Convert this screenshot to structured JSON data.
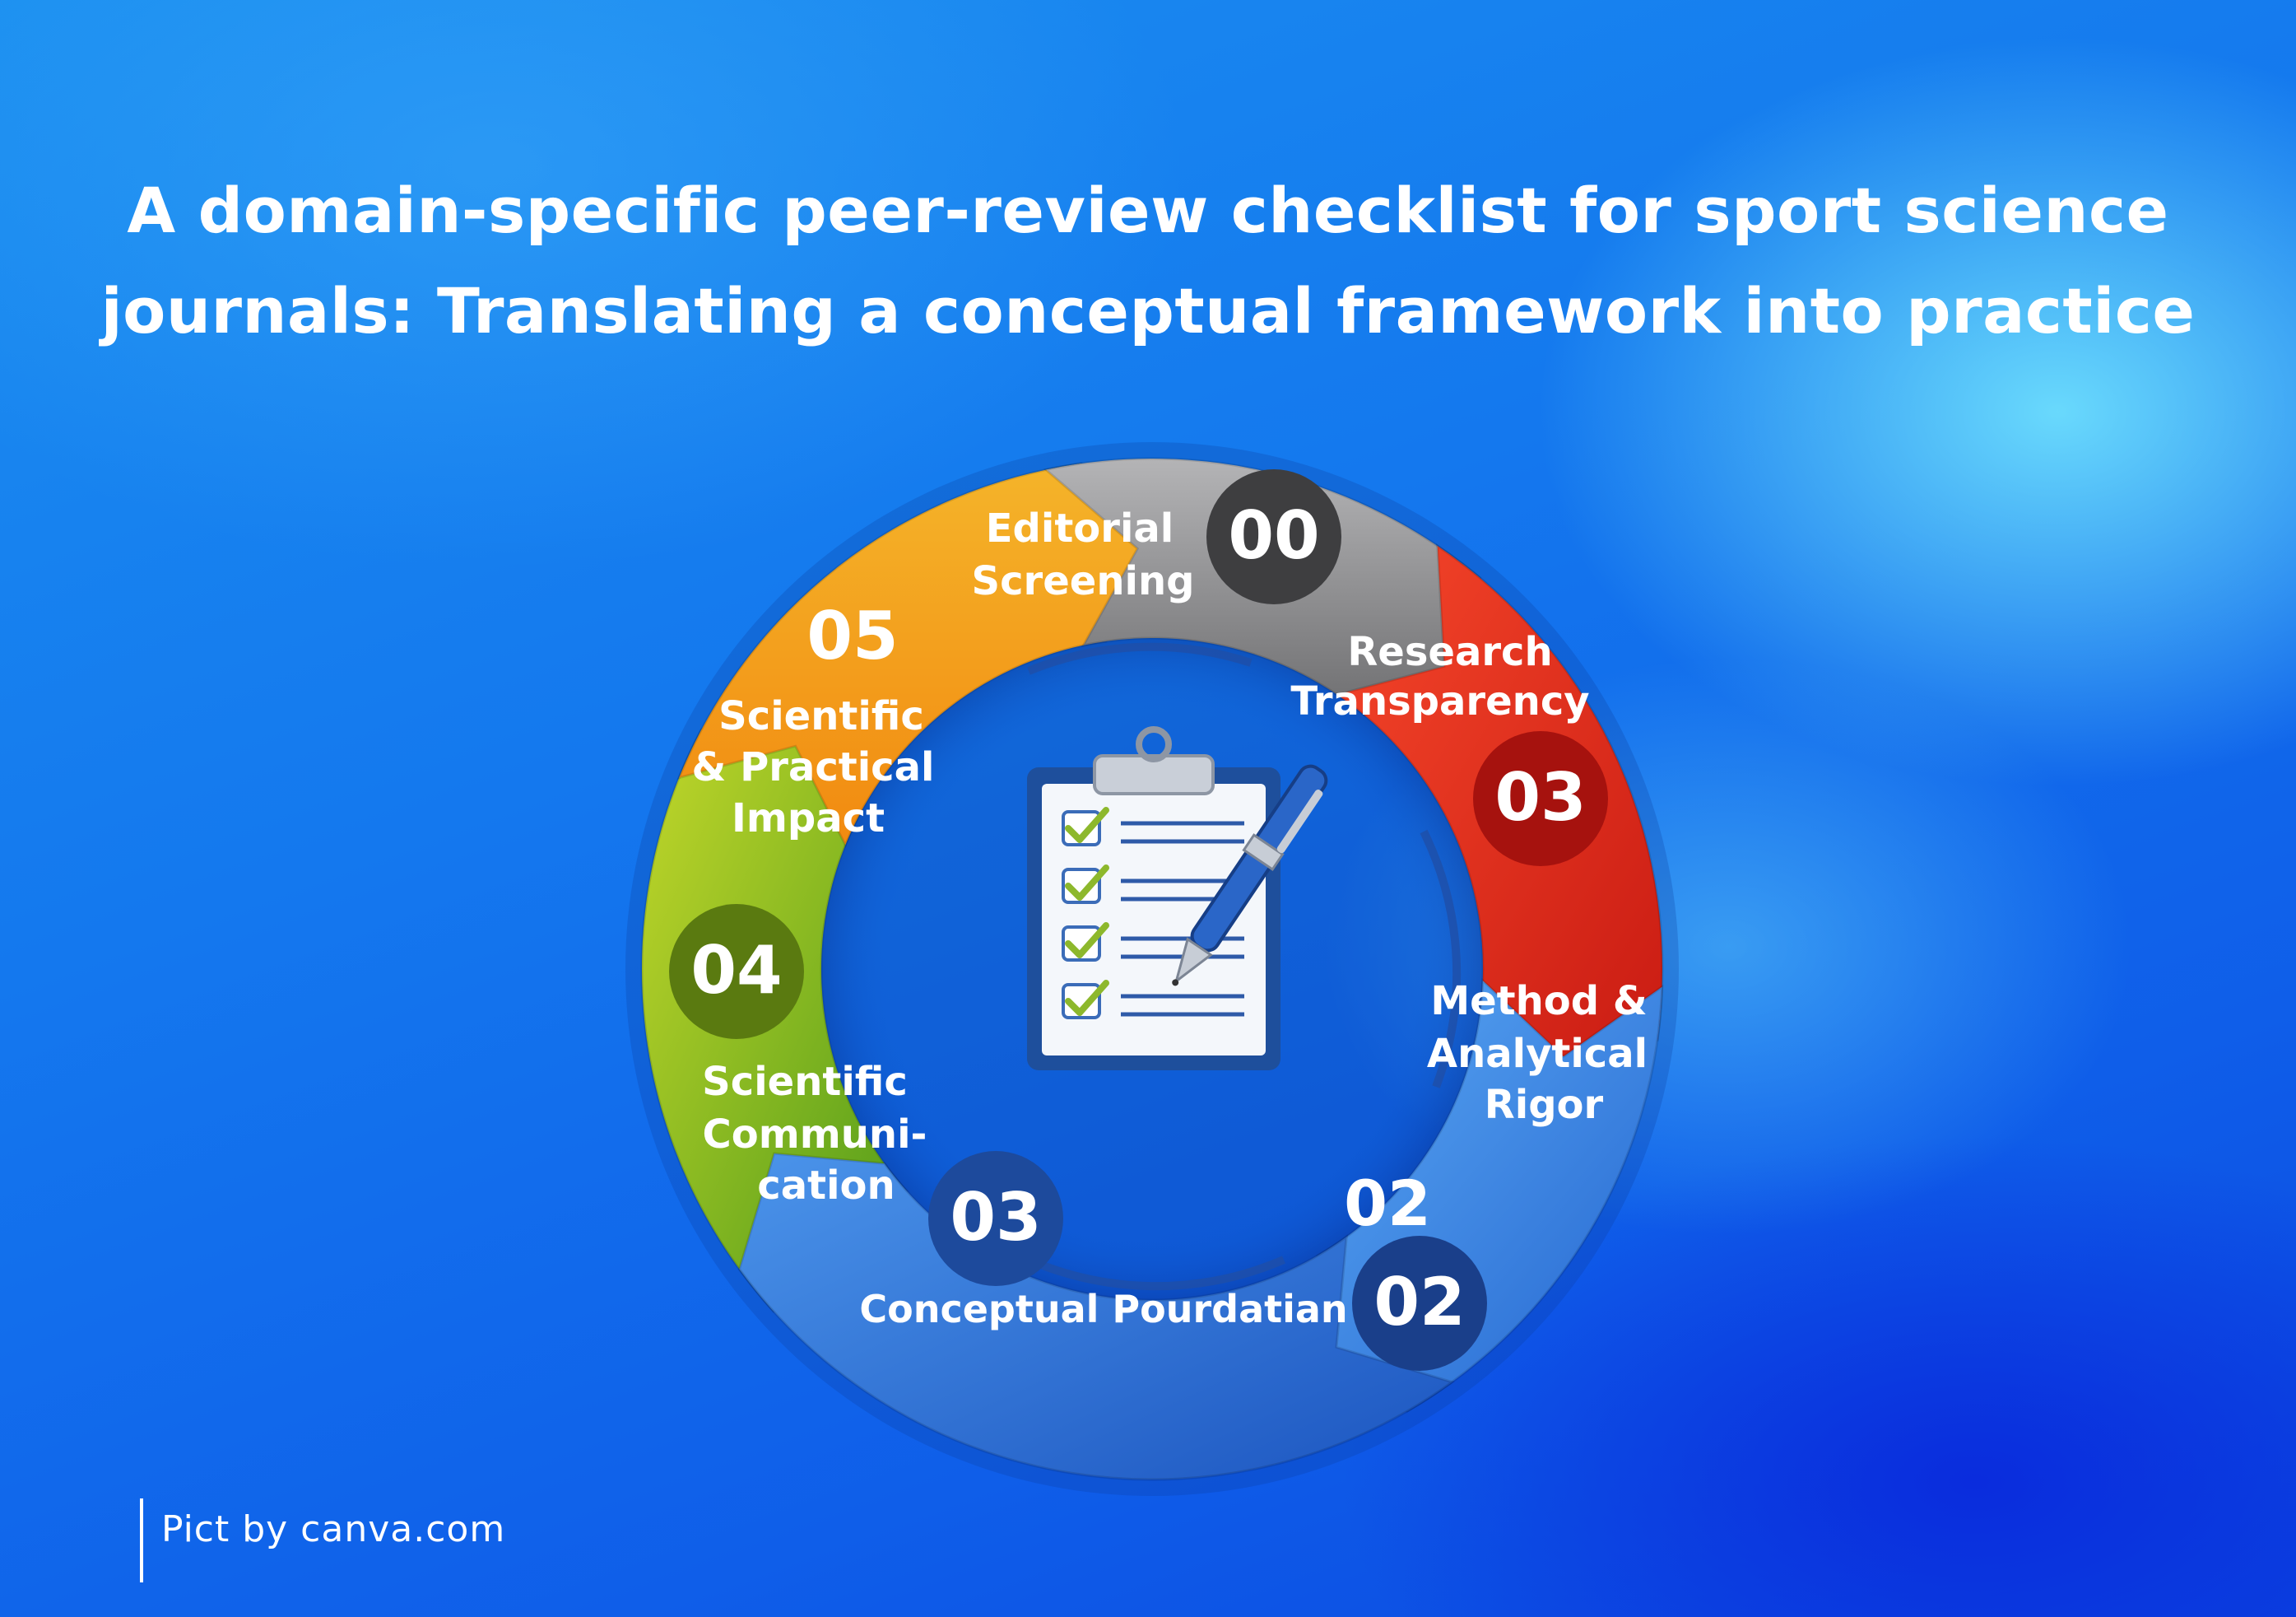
{
  "title": {
    "line1": "A domain-specific peer-review checklist for sport science",
    "line2": "journals: Translating a conceptual framework into practice"
  },
  "credit": "Pict by canva.com",
  "colors": {
    "gray": "#8a8a8c",
    "red": "#e8301c",
    "blue": "#3a86e4",
    "darkblue": "#2f6fd2",
    "green": "#9cc21c",
    "orange": "#f2a516"
  },
  "cycle": {
    "editorial": {
      "number": "00",
      "lines": [
        "Editorial",
        "Screening"
      ]
    },
    "research": {
      "number": "03",
      "lines": [
        "Research",
        "Transparency"
      ]
    },
    "method": {
      "lines": [
        "Method  &",
        "Analytical",
        "Rigor"
      ]
    },
    "method_number": "02",
    "conceptual": {
      "number": "03",
      "badge": "02",
      "label": "Conceptual Pourdatian"
    },
    "communication": {
      "number": "04",
      "lines": [
        "Scientific",
        "Communi-",
        "cation"
      ]
    },
    "impact": {
      "number": "05",
      "lines": [
        "Scientific",
        "& Practical",
        "Impact"
      ]
    }
  },
  "center_icon": "clipboard-checklist-pen-icon"
}
